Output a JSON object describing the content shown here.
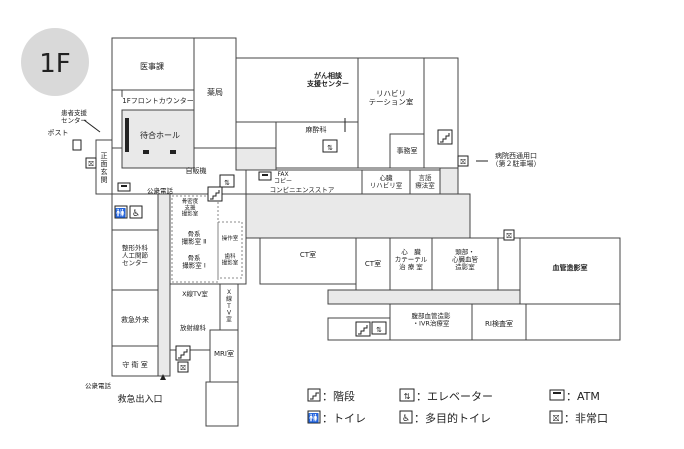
{
  "floor": "1F",
  "rooms": {
    "medical_affairs": "医事課",
    "front_counter": "1Fフロントカウンター",
    "pharmacy": "薬局",
    "waiting_hall": "待合ホール",
    "patient_support": "患者支援\nセンター",
    "post": "ポスト",
    "main_entrance": "正\n面\n玄\n関",
    "cancer_consult": "がん相談\n支援センター",
    "anesthesia": "麻酔科",
    "rehab_room": "リハビリ\nテーション室",
    "office": "事務室",
    "vending": "自販機",
    "fax": "FAX\nコピー",
    "convenience": "コンビニエンスストア",
    "cardiac_rehab": "心臓\nリハビリ室",
    "speech_therapy": "言語\n療法室",
    "west_entrance": "病院西通用口\n（第２駐車場）",
    "public_phone_top": "公衆電話",
    "bone_support": "骨密度\n支援\n撮影室",
    "bone_2": "骨系\n撮影室 Ⅱ",
    "bone_1": "骨系\n撮影室 Ⅰ",
    "control_room": "操作室",
    "ortho_room": "歯科\n撮影室",
    "ortho_center": "整形外科\n人工関節\nセンター",
    "emergency_out": "救急外来",
    "guard_room": "守 衛 室",
    "public_phone_bottom": "公衆電話",
    "emergency_entrance": "救急出入口",
    "xray_tv_1": "X線TV室",
    "xray_tv_2": "X\n線\nT\nV\n室",
    "radiology": "放射線科",
    "mri": "MRI室",
    "ct_1": "CT室",
    "ct_2": "CT室",
    "cardio_angio": "心　臓\nカテーテル\n治 療 室",
    "head_angio": "頭部・\n心臓血管\n造影室",
    "vascular_angio": "血管造影室",
    "abdomen_ivr": "腹部血管造影\n・IVR治療室",
    "ri_room": "RI検査室"
  },
  "legend": [
    {
      "icon": "stairs-icon",
      "label": "：階段"
    },
    {
      "icon": "elevator-icon",
      "label": "：エレベーター"
    },
    {
      "icon": "atm-icon",
      "label": "：ATM"
    },
    {
      "icon": "toilet-icon",
      "label": "：トイレ"
    },
    {
      "icon": "accessible-toilet-icon",
      "label": "：多目的トイレ"
    },
    {
      "icon": "emergency-exit-icon",
      "label": "：非常口"
    }
  ]
}
